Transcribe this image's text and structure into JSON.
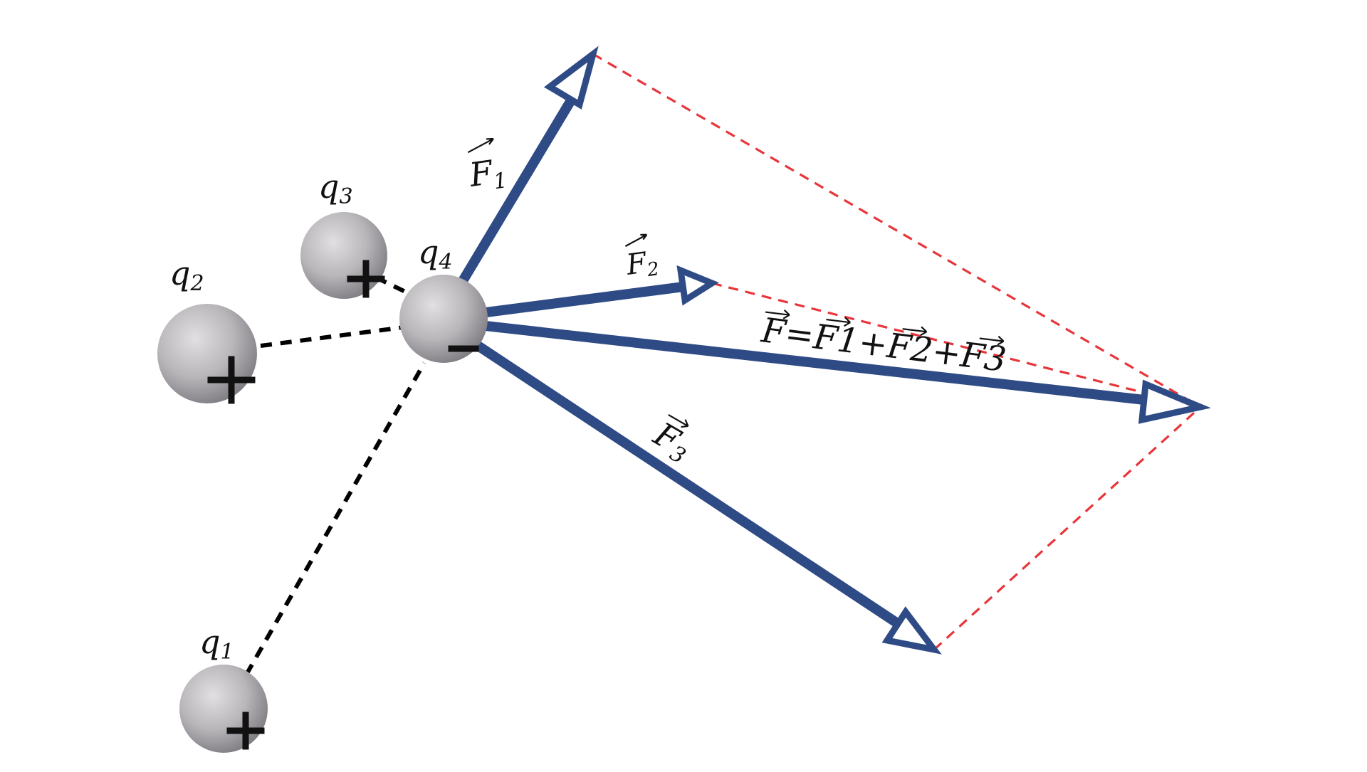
{
  "charges": [
    {
      "id": "q1",
      "letter": "q",
      "sub": "1",
      "sign": "+"
    },
    {
      "id": "q2",
      "letter": "q",
      "sub": "2",
      "sign": "+"
    },
    {
      "id": "q3",
      "letter": "q",
      "sub": "3",
      "sign": "+"
    },
    {
      "id": "q4",
      "letter": "q",
      "sub": "4",
      "sign": "-"
    }
  ],
  "forces": [
    {
      "id": "F1",
      "letter": "F",
      "sub": "1"
    },
    {
      "id": "F2",
      "letter": "F",
      "sub": "2"
    },
    {
      "id": "F3",
      "letter": "F",
      "sub": "3"
    }
  ],
  "resultant": {
    "letter": "F",
    "equation": "F=F1+F2+F3"
  },
  "colors": {
    "force_arrow": "#2f4b86",
    "construction_line": "#e8353a",
    "connector_line": "#000000",
    "charge_sphere": "#b7b5b9"
  }
}
